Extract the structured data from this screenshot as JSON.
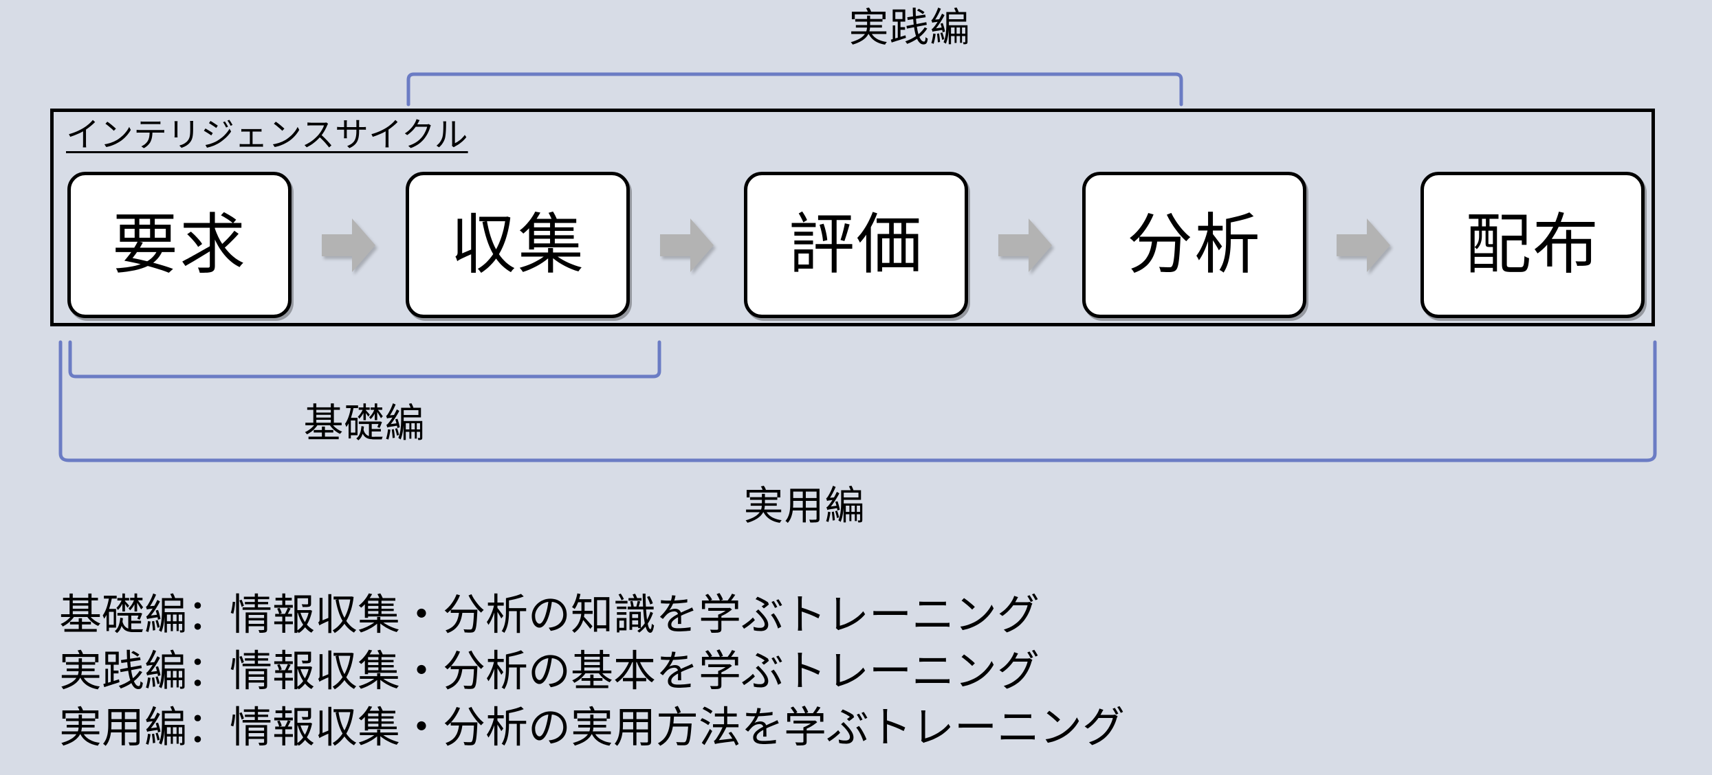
{
  "slide": {
    "background_color": "#d7dce6",
    "bracket_color": "#6b7cc4",
    "arrow_color": "#b3b3b3",
    "box_fill": "#ffffff",
    "outline_color": "#000000"
  },
  "brackets": {
    "top": {
      "label": "実践編"
    },
    "inner": {
      "label": "基礎編"
    },
    "outer": {
      "label": "実用編"
    }
  },
  "cycle": {
    "title": "インテリジェンスサイクル",
    "stages": [
      {
        "label": "要求"
      },
      {
        "label": "収集"
      },
      {
        "label": "評価"
      },
      {
        "label": "分析"
      },
      {
        "label": "配布"
      }
    ],
    "arrow_icon": "right-arrow-icon"
  },
  "legend": {
    "lines": [
      "基礎編：情報収集・分析の知識を学ぶトレーニング",
      "実践編：情報収集・分析の基本を学ぶトレーニング",
      "実用編：情報収集・分析の実用方法を学ぶトレーニング"
    ]
  }
}
